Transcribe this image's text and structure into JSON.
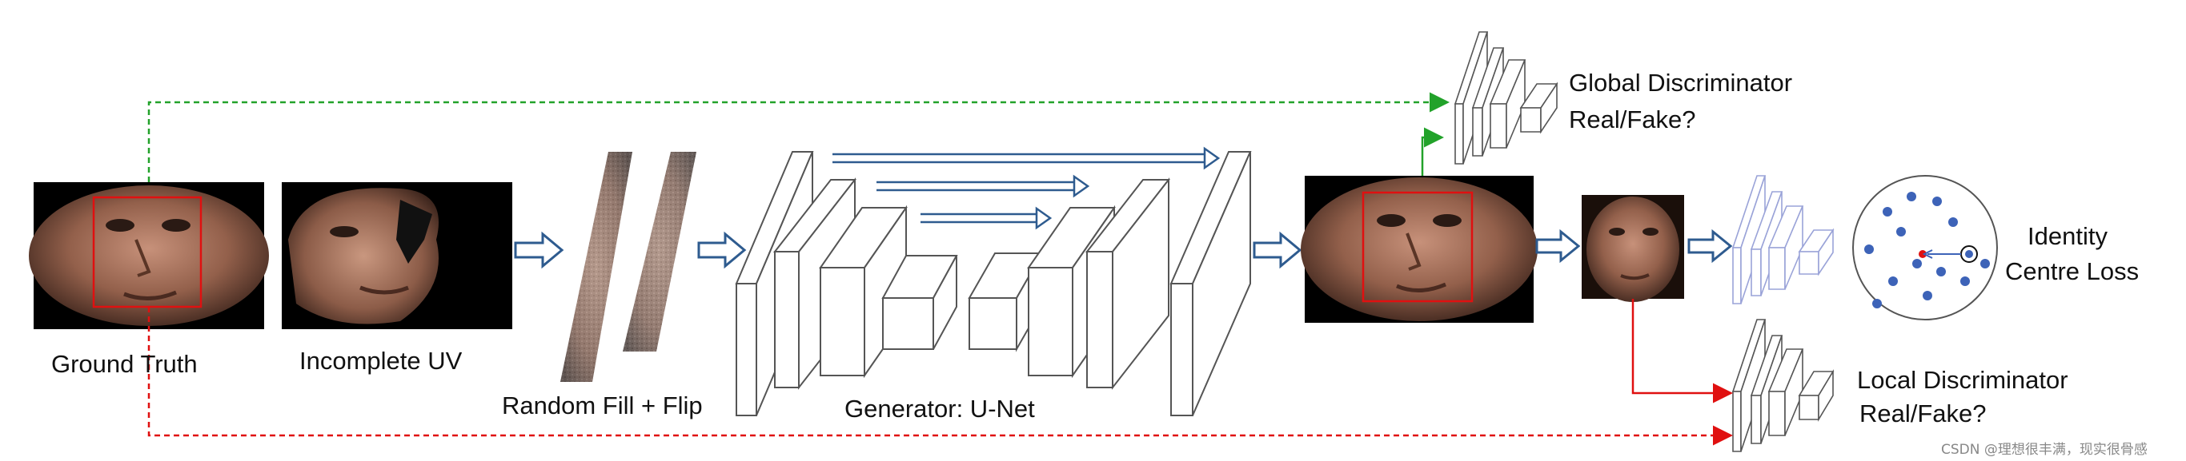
{
  "labels": {
    "ground_truth": "Ground Truth",
    "incomplete_uv": "Incomplete UV",
    "random_fill_flip": "Random Fill + Flip",
    "generator": "Generator: U-Net",
    "global_disc_title": "Global Discriminator",
    "global_disc_q": "Real/Fake?",
    "local_disc_title": "Local Discriminator",
    "local_disc_q": "Real/Fake?",
    "identity_line1": "Identity",
    "identity_line2": "Centre Loss"
  },
  "watermark": "CSDN @理想很丰满，现实很骨感",
  "colors": {
    "green_path": "#22a22a",
    "red_path": "#e01010",
    "arrow_blue": "#2e5b8f",
    "box_stroke": "#555555",
    "dot_blue": "#3d63b8",
    "red_box": "#e01010",
    "light_disc": "#9aa3d8"
  },
  "icons": {
    "arrow": "hollow-block-arrow",
    "skip_connection": "thin-double-arrow"
  }
}
